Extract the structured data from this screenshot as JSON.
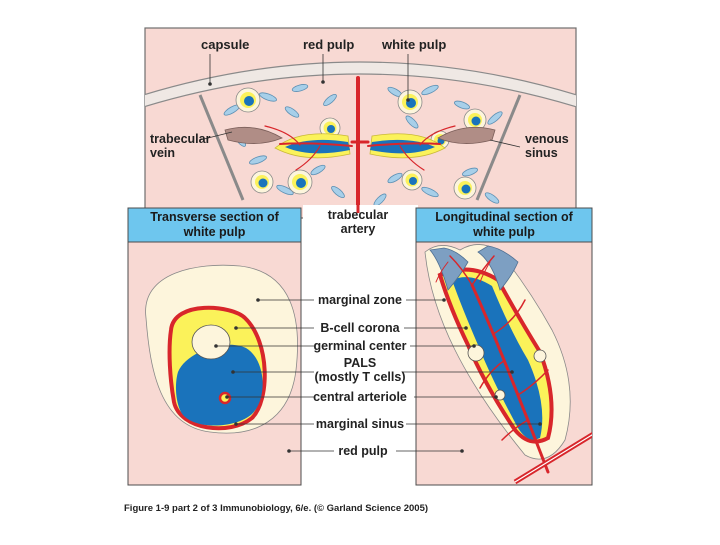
{
  "labels": {
    "capsule": "capsule",
    "red_pulp_top": "red pulp",
    "white_pulp_top": "white pulp",
    "trabecular_vein_1": "trabecular",
    "trabecular_vein_2": "vein",
    "venous_sinus_1": "venous",
    "venous_sinus_2": "sinus",
    "trabecular_artery_1": "trabecular",
    "trabecular_artery_2": "artery",
    "marginal_zone": "marginal zone",
    "b_cell_corona": "B-cell corona",
    "germinal_center": "germinal center",
    "pals_1": "PALS",
    "pals_2": "(mostly T cells)",
    "central_arteriole": "central arteriole",
    "marginal_sinus": "marginal sinus",
    "red_pulp_bottom": "red pulp"
  },
  "panels": {
    "transverse_1": "Transverse section of",
    "transverse_2": "white pulp",
    "longitudinal_1": "Longitudinal section of",
    "longitudinal_2": "white pulp"
  },
  "caption": "Figure 1-9 part 2 of 3  Immunobiology, 6/e. (© Garland Science 2005)",
  "colors": {
    "red_pulp": "#f8d9d3",
    "marginal_zone": "#fdf5dc",
    "b_cell_corona": "#fbf25a",
    "pals": "#1a73bb",
    "vessel": "#d8262b",
    "header": "#6ec6ee",
    "capsule": "#efe8e4"
  }
}
